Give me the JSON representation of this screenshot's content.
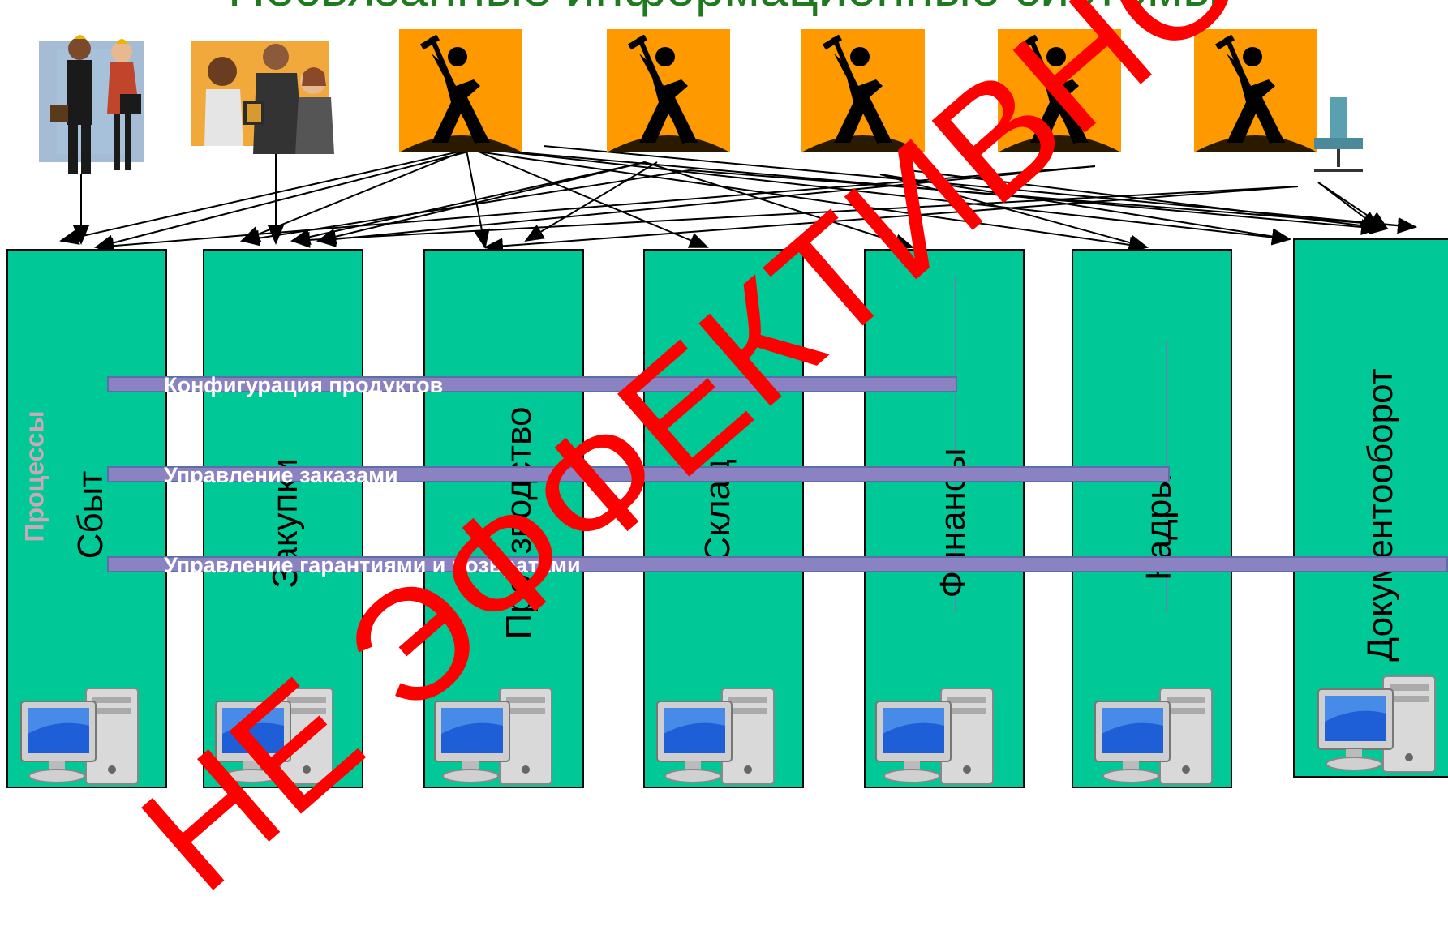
{
  "title": "Несвязанные информационные системы",
  "side_label": "Процессы",
  "columns": [
    {
      "id": "sales",
      "label": "Сбыт"
    },
    {
      "id": "purchasing",
      "label": "Закупки"
    },
    {
      "id": "production",
      "label": "Производство"
    },
    {
      "id": "warehouse",
      "label": "Склад"
    },
    {
      "id": "finance",
      "label": "Финансы"
    },
    {
      "id": "hr",
      "label": "Кадры"
    },
    {
      "id": "docflow",
      "label": "Документооборот"
    }
  ],
  "processes": [
    {
      "label": "Конфигурация продуктов"
    },
    {
      "label": "Управление заказами"
    },
    {
      "label": "Управление гарантиями и возвратами"
    }
  ],
  "stamp": "НЕ ЭФФЕКТИВНО",
  "colors": {
    "column": "#00c896",
    "bar": "#8b82c2",
    "stamp": "#ff0000",
    "title": "#1f7a1f",
    "worker_bg": "#ff9900"
  },
  "icons": [
    "business-people-icon",
    "meeting-people-icon",
    "digging-worker-icon",
    "computer-icon"
  ]
}
